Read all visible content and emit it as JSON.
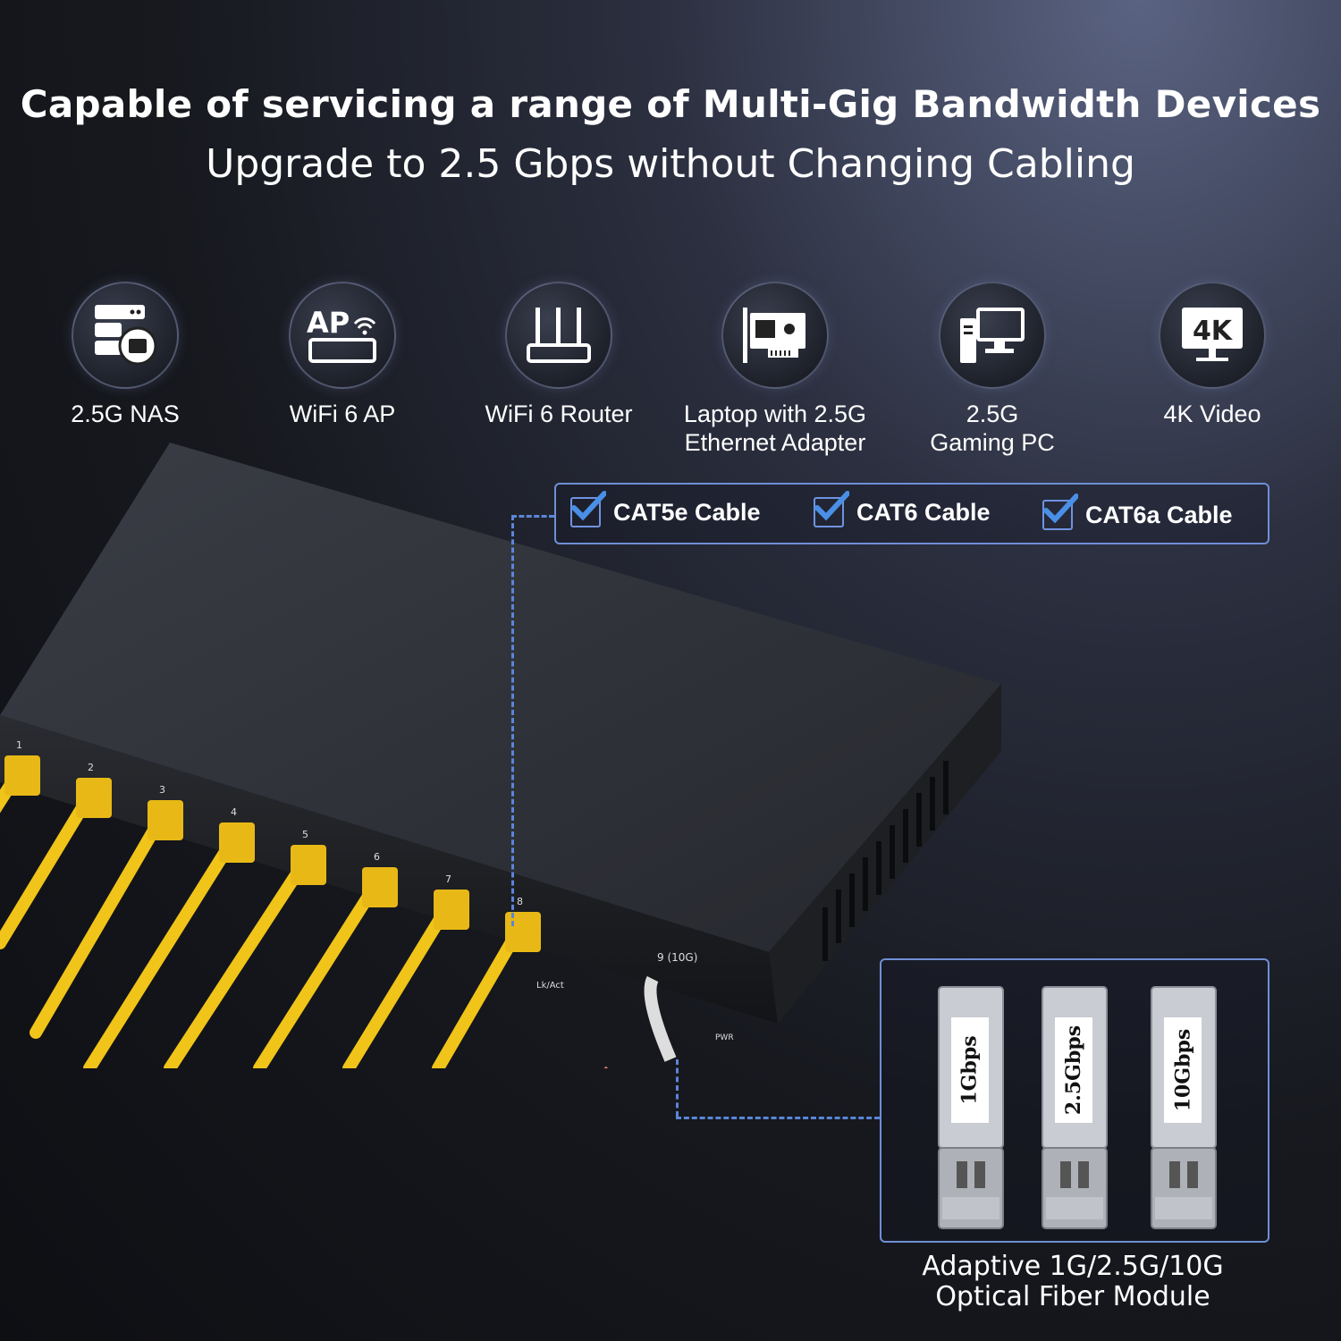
{
  "header": {
    "headline": "Capable of servicing a range of Multi-Gig Bandwidth Devices",
    "subhead": "Upgrade to 2.5 Gbps without Changing Cabling"
  },
  "devices": [
    {
      "label": "2.5G NAS",
      "icon": "nas-icon"
    },
    {
      "label": "WiFi 6 AP",
      "icon": "access-point-icon"
    },
    {
      "label": "WiFi 6 Router",
      "icon": "router-icon"
    },
    {
      "label": "Laptop with 2.5G\nEthernet Adapter",
      "icon": "network-card-icon"
    },
    {
      "label": "2.5G\nGaming PC",
      "icon": "desktop-pc-icon"
    },
    {
      "label": "4K Video",
      "icon": "4k-monitor-icon"
    }
  ],
  "icon_text": {
    "ap": "AP",
    "uhd": "4K"
  },
  "cables": [
    {
      "label": "CAT5e Cable",
      "checked": true
    },
    {
      "label": "CAT6 Cable",
      "checked": true
    },
    {
      "label": "CAT6a Cable",
      "checked": true
    }
  ],
  "switch": {
    "port_numbers": [
      "1",
      "2",
      "3",
      "4",
      "5",
      "6",
      "7",
      "8"
    ],
    "sfp_port_label": "9 (10G)",
    "link_label": "Lk/Act",
    "power_label": "PWR"
  },
  "modules": [
    {
      "speed": "1Gbps"
    },
    {
      "speed": "2.5Gbps"
    },
    {
      "speed": "10Gbps"
    }
  ],
  "fiber_caption": "Adaptive 1G/2.5G/10G\nOptical Fiber Module",
  "colors": {
    "accent": "#6f8fd6",
    "check": "#4a8fe6",
    "cable": "#f0c419",
    "fiber": "#e9826a",
    "switch_body": "#2e3138"
  }
}
